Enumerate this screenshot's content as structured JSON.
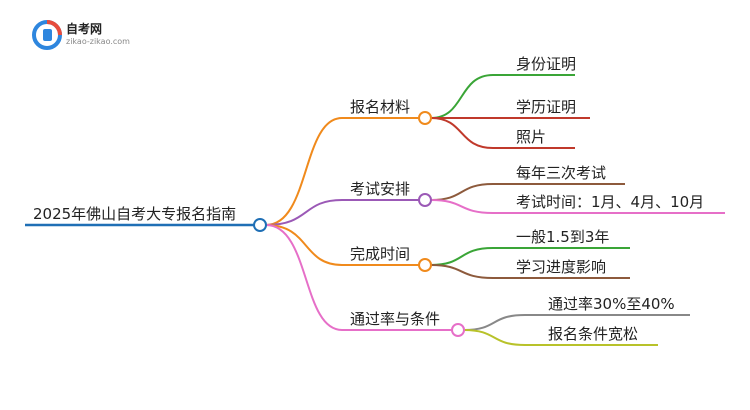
{
  "logo": {
    "title": "自考网",
    "url": "zikao-zikao.com"
  },
  "root": {
    "label": "2025年佛山自考大专报名指南",
    "color": "#1f6fb5"
  },
  "branches": [
    {
      "label": "报名材料",
      "color": "#f08a1c",
      "leaves": [
        {
          "label": "身份证明",
          "color": "#3aa537"
        },
        {
          "label": "学历证明",
          "color": "#c0392b"
        },
        {
          "label": "照片",
          "color": "#c0392b"
        }
      ]
    },
    {
      "label": "考试安排",
      "color": "#9b59b6",
      "leaves": [
        {
          "label": "每年三次考试",
          "color": "#8d5a3c"
        },
        {
          "label": "考试时间：1月、4月、10月",
          "color": "#e66fc8"
        }
      ]
    },
    {
      "label": "完成时间",
      "color": "#f08a1c",
      "leaves": [
        {
          "label": "一般1.5到3年",
          "color": "#3aa537"
        },
        {
          "label": "学习进度影响",
          "color": "#8d5a3c"
        }
      ]
    },
    {
      "label": "通过率与条件",
      "color": "#e66fc8",
      "leaves": [
        {
          "label": "通过率30%至40%",
          "color": "#888888"
        },
        {
          "label": "报名条件宽松",
          "color": "#b8c22a"
        }
      ]
    }
  ]
}
